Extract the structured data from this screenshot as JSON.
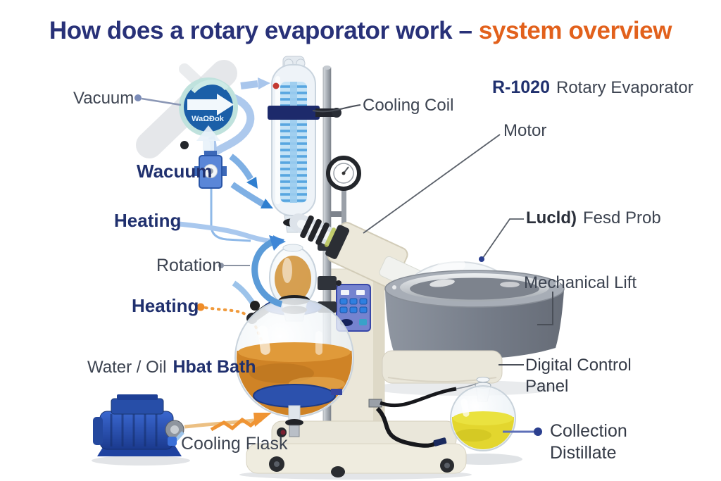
{
  "title": {
    "main": "How does a rotary evaporator work –",
    "accent": "system overview"
  },
  "labels": {
    "vacuum": "Vacuum",
    "pump_badge": "WaΩÐok",
    "wacuum": "Wacuum",
    "heating_top": "Heating",
    "rotation": "Rotation",
    "heating_bottom": "Heating",
    "water_oil": "Water / Oil",
    "heat_bath": "Hbat Bath",
    "cooling_flask": "Cooling Flask",
    "cooling_coil": "Cooling Coil",
    "model_number": "R-1020",
    "model_name": "Rotary Evaporator",
    "motor": "Motor",
    "feed_probe_bold": "Lucld)",
    "feed_probe_rest": "Fesd Prob",
    "mechanical_lift": "Mechanical Lift",
    "digital_control_line1": "Digital Control",
    "digital_control_line2": "Panel",
    "collection_line1": "Collection",
    "collection_line2": "Distillate"
  },
  "colors": {
    "title_navy": "#283178",
    "title_orange": "#e2611c",
    "label_gray": "#3d4451",
    "label_navy": "#20306e",
    "arrow_blue": "#4a90d9",
    "tube_blue": "#a9c6ec",
    "heat_orange": "#ef9434",
    "bath_gray": "#79818d",
    "housing_cream": "#ebe7d9",
    "pump_blue": "#2e56b6",
    "flask_amber": "#cf8326",
    "distillate_yellow": "#e3d62e"
  }
}
